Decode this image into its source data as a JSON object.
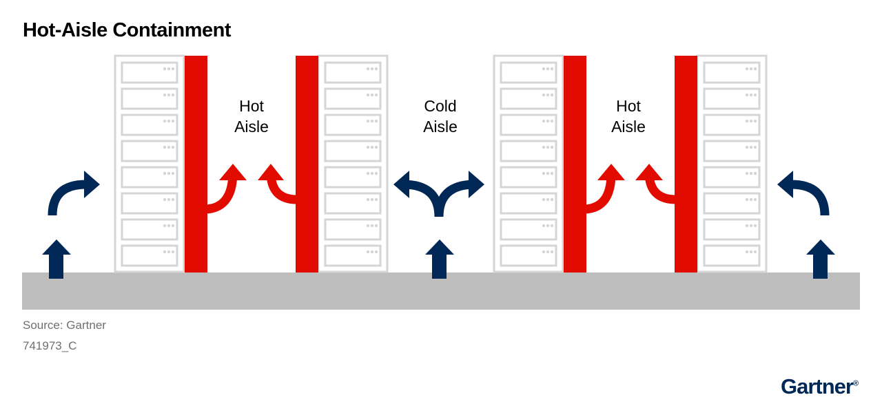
{
  "title": "Hot-Aisle Containment",
  "aisles": [
    {
      "line1": "Hot",
      "line2": "Aisle"
    },
    {
      "line1": "Cold",
      "line2": "Aisle"
    },
    {
      "line1": "Hot",
      "line2": "Aisle"
    }
  ],
  "source": "Source: Gartner",
  "doc_id": "741973_C",
  "logo": "Gartner",
  "colors": {
    "hot": "#e10b00",
    "cold": "#002856",
    "rack": "#d5d5d5",
    "floor": "#bdbdbd"
  }
}
